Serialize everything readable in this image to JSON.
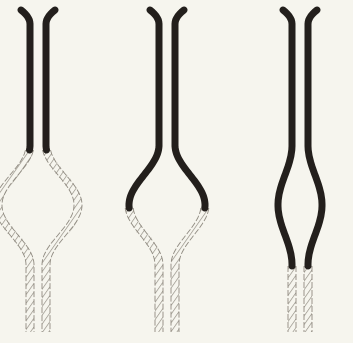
{
  "figure": {
    "panel_count": 3,
    "background": "#f6f5ee",
    "ink_color": "#231f1c",
    "hatch_color": "#8f8a80",
    "panels": [
      {
        "name": "panel-left",
        "dark_fraction": 0.43
      },
      {
        "name": "panel-middle",
        "dark_fraction": 0.61
      },
      {
        "name": "panel-right",
        "dark_fraction": 0.79
      }
    ]
  }
}
